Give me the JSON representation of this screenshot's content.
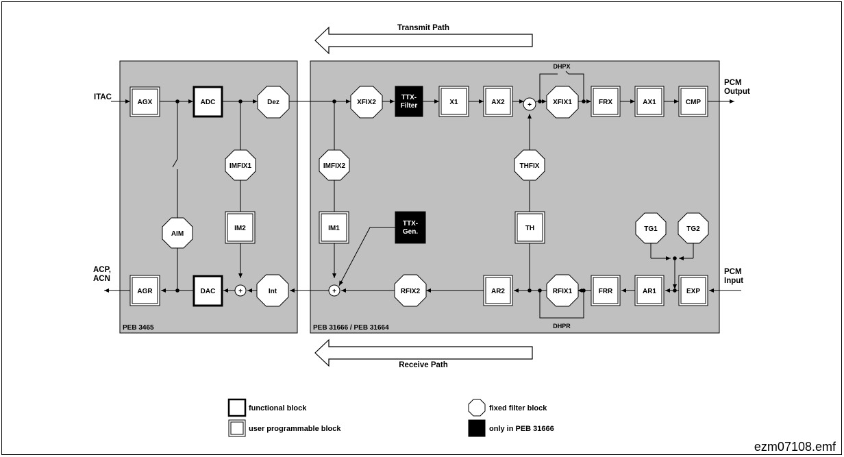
{
  "paths": {
    "transmit": "Transmit Path",
    "receive": "Receive Path"
  },
  "chips": {
    "left": "PEB 3465",
    "right": "PEB 31666 / PEB 31664"
  },
  "io": {
    "itac": "ITAC",
    "acp": "ACP,",
    "acn": "ACN",
    "pcm_out_1": "PCM",
    "pcm_out_2": "Output",
    "pcm_in_1": "PCM",
    "pcm_in_2": "Input"
  },
  "blocks": {
    "agx": "AGX",
    "adc": "ADC",
    "dez": "Dez",
    "imfix1": "IMFIX1",
    "aim": "AIM",
    "im2": "IM2",
    "agr": "AGR",
    "dac": "DAC",
    "int": "Int",
    "xfix2": "XFIX2",
    "ttx_filter_1": "TTX-",
    "ttx_filter_2": "Filter",
    "x1": "X1",
    "ax2": "AX2",
    "xfix1": "XFIX1",
    "frx": "FRX",
    "ax1": "AX1",
    "cmp": "CMP",
    "imfix2": "IMFIX2",
    "im1": "IM1",
    "ttx_gen_1": "TTX-",
    "ttx_gen_2": "Gen.",
    "thfix": "THFIX",
    "th": "TH",
    "tg1": "TG1",
    "tg2": "TG2",
    "rfix2": "RFIX2",
    "ar2": "AR2",
    "rfix1": "RFIX1",
    "frr": "FRR",
    "ar1": "AR1",
    "exp": "EXP",
    "dhpx": "DHPX",
    "dhpr": "DHPR"
  },
  "legend": {
    "functional": "functional block",
    "programmable": "user programmable block",
    "fixed": "fixed filter block",
    "only": "only in PEB 31666"
  },
  "filename": "ezm07108.emf"
}
